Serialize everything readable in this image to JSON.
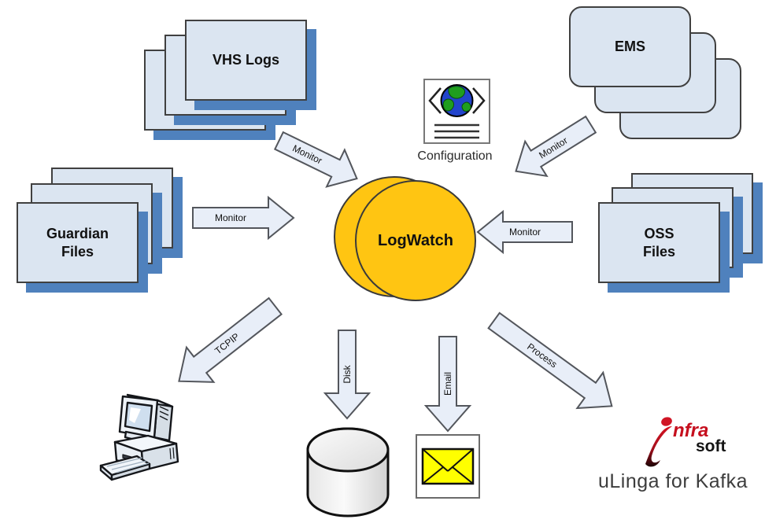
{
  "nodes": {
    "vhs_logs": {
      "label": "VHS Logs"
    },
    "ems": {
      "label": "EMS"
    },
    "configuration": {
      "label": "Configuration"
    },
    "logwatch": {
      "label": "LogWatch"
    },
    "guardian_files": {
      "line1": "Guardian",
      "line2": "Files"
    },
    "oss_files": {
      "line1": "OSS",
      "line2": "Files"
    }
  },
  "arrows": {
    "vhs_monitor": {
      "label": "Monitor"
    },
    "ems_monitor": {
      "label": "Monitor"
    },
    "guardian_monitor": {
      "label": "Monitor"
    },
    "oss_monitor": {
      "label": "Monitor"
    },
    "tcpip": {
      "label": "TCPIP"
    },
    "disk": {
      "label": "Disk"
    },
    "email": {
      "label": "Email"
    },
    "process": {
      "label": "Process"
    }
  },
  "branding": {
    "logo_nfra": "nfra",
    "logo_soft": "soft",
    "product": "uLinga for Kafka"
  },
  "icons": {
    "configuration": "globe-code-document-icon",
    "tcpip_target": "desktop-computer-icon",
    "disk_target": "disk-cylinder-icon",
    "email_target": "yellow-envelope-icon",
    "process_target": "infrasoft-logo"
  },
  "colors": {
    "card_fill": "#dbe5f1",
    "card_border": "#404040",
    "stack_shadow_blue": "#4f81bd",
    "arrow_fill": "#e8eef8",
    "arrow_border": "#53565c",
    "logwatch_fill": "#ffc512",
    "envelope_yellow": "#ffff00",
    "logo_red": "#c60f1e"
  }
}
